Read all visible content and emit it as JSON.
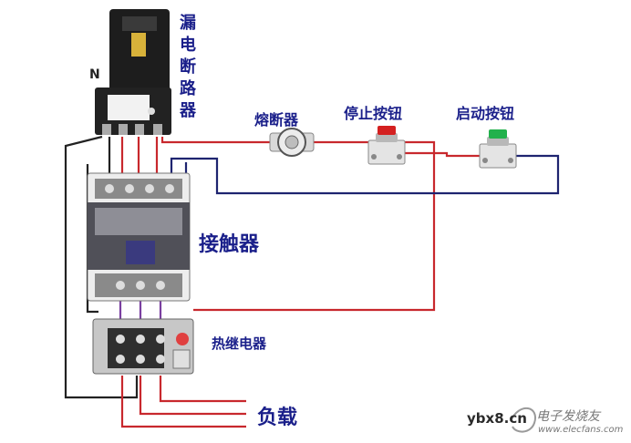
{
  "labels": {
    "breaker": "漏电断路器",
    "neutral": "N",
    "fuse": "熔断器",
    "stop_button": "停止按钮",
    "start_button": "启动按钮",
    "contactor": "接触器",
    "thermal_relay": "热继电器",
    "load": "负载"
  },
  "watermark": {
    "site": "ybx8.cn",
    "brand": "电子发烧友",
    "url": "www.elecfans.com"
  },
  "colors": {
    "label": "#1a1f8a",
    "wire_red": "#c8282d",
    "wire_navy": "#1e2470",
    "wire_black": "#222222",
    "stop_button": "#d42020",
    "start_button": "#22b14c"
  }
}
